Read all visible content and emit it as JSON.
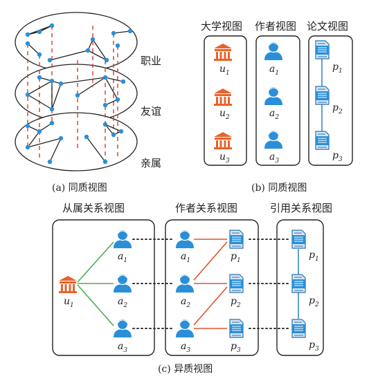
{
  "panel_a": {
    "layer_labels": [
      "职业",
      "友谊",
      "亲属"
    ],
    "caption": "(a) 同质视图"
  },
  "panel_b": {
    "headers": [
      "大学视图",
      "作者视图",
      "论文视图"
    ],
    "universities": [
      {
        "v": "u",
        "s": "1"
      },
      {
        "v": "u",
        "s": "2"
      },
      {
        "v": "u",
        "s": "3"
      }
    ],
    "authors": [
      {
        "v": "a",
        "s": "1"
      },
      {
        "v": "a",
        "s": "2"
      },
      {
        "v": "a",
        "s": "3"
      }
    ],
    "papers": [
      {
        "v": "p",
        "s": "1"
      },
      {
        "v": "p",
        "s": "2"
      },
      {
        "v": "p",
        "s": "3"
      }
    ],
    "caption": "(b) 同质视图"
  },
  "panel_c": {
    "headers": [
      "从属关系视图",
      "作者关系视图",
      "引用关系视图"
    ],
    "university": {
      "v": "u",
      "s": "1"
    },
    "authors": [
      {
        "v": "a",
        "s": "1"
      },
      {
        "v": "a",
        "s": "2"
      },
      {
        "v": "a",
        "s": "3"
      }
    ],
    "papers": [
      {
        "v": "p",
        "s": "1"
      },
      {
        "v": "p",
        "s": "2"
      },
      {
        "v": "p",
        "s": "3"
      }
    ],
    "caption": "(c) 异质视图"
  },
  "icons": [
    "university-icon",
    "person-icon",
    "document-icon"
  ],
  "colors": {
    "university": "#e8632b",
    "person": "#2a8fd8",
    "document": "#2a8fd8",
    "dash": "#d8392c",
    "affiliation_edge": "#4caf50",
    "authorship_edge": "#e0522a",
    "citation_edge": "#3a86c4"
  }
}
